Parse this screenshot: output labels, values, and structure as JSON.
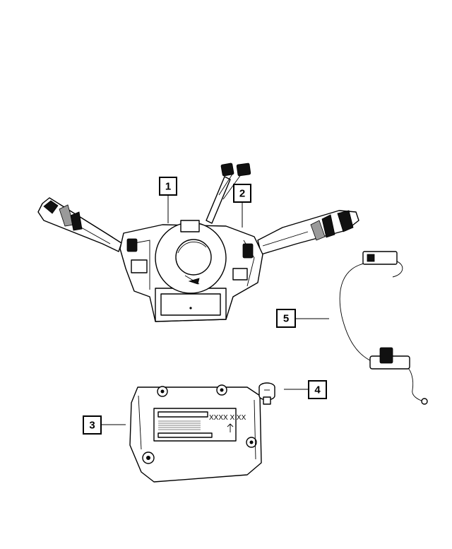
{
  "callouts": [
    {
      "id": "1",
      "label": "1"
    },
    {
      "id": "2",
      "label": "2"
    },
    {
      "id": "3",
      "label": "3"
    },
    {
      "id": "4",
      "label": "4"
    },
    {
      "id": "5",
      "label": "5"
    }
  ],
  "module_label": {
    "code": "XXXX X XX"
  },
  "colors": {
    "line": "#000000",
    "background": "#ffffff",
    "shade": "#111111"
  }
}
